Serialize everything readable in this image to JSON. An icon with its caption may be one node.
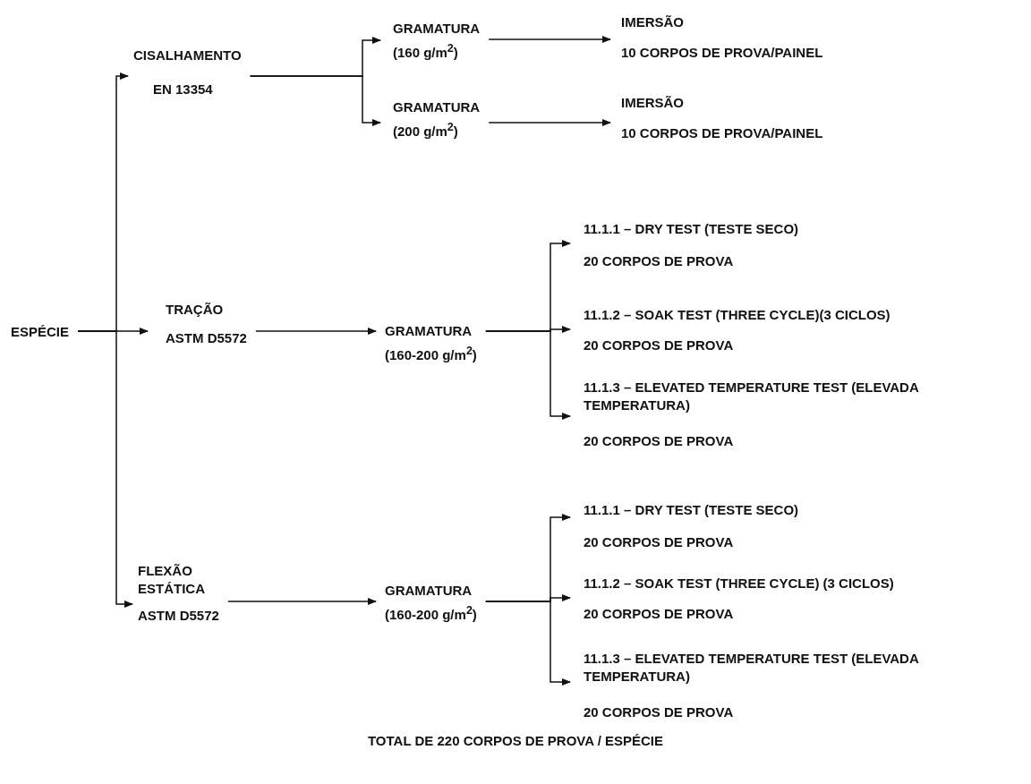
{
  "diagram": {
    "caption": "TOTAL DE 220 CORPOS DE PROVA / ESPÉCIE",
    "nodes": [
      {
        "text": [
          "ESPÉCIE"
        ]
      },
      {
        "text": [
          "CISALHAMENTO",
          "EN 13354"
        ]
      },
      {
        "text": [
          "TRAÇÃO",
          "ASTM D5572"
        ]
      },
      {
        "text": [
          "FLEXÃO ESTÁTICA",
          "ASTM D5572"
        ]
      },
      {
        "text": [
          "GRAMATURA",
          "(160 g/m$^{2}$)"
        ]
      },
      {
        "text": [
          "GRAMATURA",
          "(200 g/m$^{2}$)"
        ]
      },
      {
        "text": [
          "IMERSÃO",
          "10 CORPOS DE PROVA/PAINEL"
        ]
      },
      {
        "text": [
          "IMERSÃO",
          "10 CORPOS DE PROVA/PAINEL"
        ]
      },
      {
        "text": [
          "GRAMATURA",
          "(160-200 g/m$^{2}$)"
        ]
      },
      {
        "text": [
          "11.1.1 – DRY TEST (TESTE SECO)",
          "20 CORPOS DE PROVA"
        ]
      },
      {
        "text": [
          "11.1.2 – SOAK TEST (THREE CYCLE)(3 CICLOS)",
          "20 CORPOS DE PROVA"
        ]
      },
      {
        "text": [
          "11.1.3 – ELEVATED TEMPERATURE TEST (ELEVADA TEMPERATURA)",
          "20 CORPOS DE PROVA"
        ]
      },
      {
        "text": [
          "GRAMATURA",
          "(160-200 g/m$^{2}$)"
        ]
      },
      {
        "text": [
          "11.1.1 – DRY TEST (TESTE SECO)",
          "20 CORPOS DE PROVA"
        ]
      },
      {
        "text": [
          "11.1.2 – SOAK TEST (THREE CYCLE) (3 CICLOS)",
          "20 CORPOS DE PROVA"
        ]
      },
      {
        "text": [
          "11.1.3 – ELEVATED TEMPERATURE TEST (ELEVADA TEMPERATURA)",
          "20 CORPOS DE PROVA"
        ]
      }
    ],
    "edges": [
      {
        "from": 0,
        "to": 1,
        "arrow": "to"
      },
      {
        "from": 0,
        "to": 2,
        "arrow": "to"
      },
      {
        "from": 0,
        "to": 3,
        "arrow": "to"
      },
      {
        "from": 1,
        "to": 4,
        "arrow": "to"
      },
      {
        "from": 1,
        "to": 5,
        "arrow": "to"
      },
      {
        "from": 4,
        "to": 6,
        "arrow": "to"
      },
      {
        "from": 5,
        "to": 7,
        "arrow": "to"
      },
      {
        "from": 2,
        "to": 8,
        "arrow": "to"
      },
      {
        "from": 8,
        "to": 9,
        "arrow": "to"
      },
      {
        "from": 8,
        "to": 10,
        "arrow": "to"
      },
      {
        "from": 8,
        "to": 11,
        "arrow": "to"
      },
      {
        "from": 3,
        "to": 12,
        "arrow": "to"
      },
      {
        "from": 12,
        "to": 13,
        "arrow": "to"
      },
      {
        "from": 12,
        "to": 14,
        "arrow": "to"
      },
      {
        "from": 12,
        "to": 15,
        "arrow": "to"
      }
    ]
  }
}
